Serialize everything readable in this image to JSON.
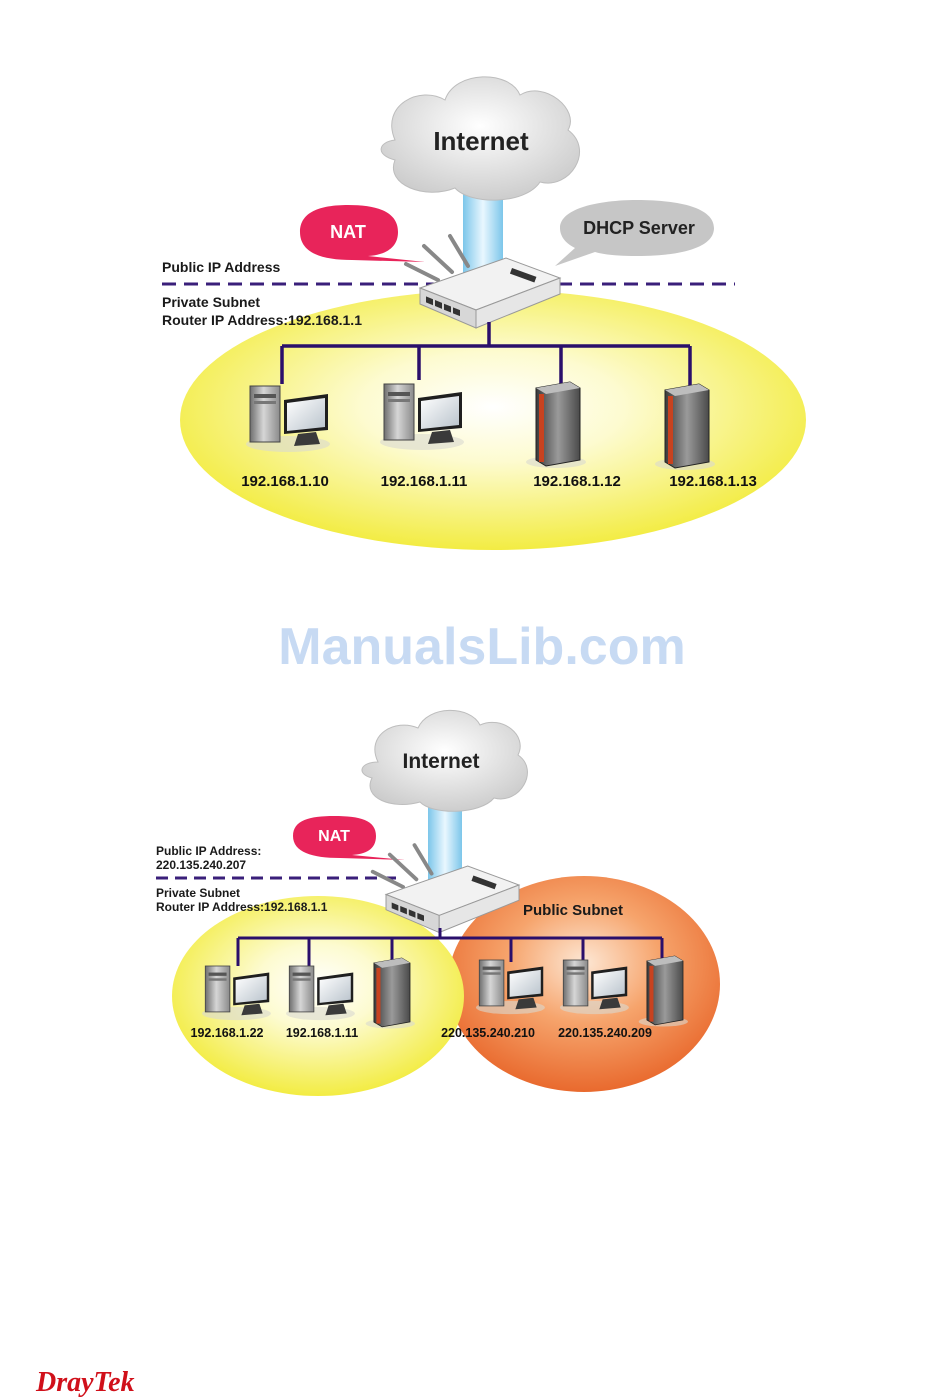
{
  "watermark": "ManualsLib.com",
  "brand": {
    "part1": "Dray",
    "part2": "Tek",
    "color": "#d0101a"
  },
  "colors": {
    "line": "#2a0f6b",
    "nat_bubble": "#e8245a",
    "private_zone": "#f4ef3c",
    "public_zone": "#ef7a2c",
    "pipe": "#8fd0ef"
  },
  "diagram1": {
    "cloud_label": "Internet",
    "nat_label": "NAT",
    "dhcp_label": "DHCP Server",
    "public_ip_label": "Public IP Address",
    "private_subnet_label": "Private Subnet",
    "router_ip_label": "Router IP Address:192.168.1.1",
    "hosts": [
      "192.168.1.10",
      "192.168.1.11",
      "192.168.1.12",
      "192.168.1.13"
    ]
  },
  "diagram2": {
    "cloud_label": "Internet",
    "nat_label": "NAT",
    "public_ip_label": "Public IP Address:",
    "public_ip_value": "220.135.240.207",
    "private_subnet_label": "Private Subnet",
    "router_ip_label": "Router IP Address:192.168.1.1",
    "public_subnet_label": "Public Subnet",
    "private_hosts": [
      "192.168.1.22",
      "192.168.1.11"
    ],
    "public_hosts": [
      "220.135.240.210",
      "220.135.240.209"
    ]
  }
}
